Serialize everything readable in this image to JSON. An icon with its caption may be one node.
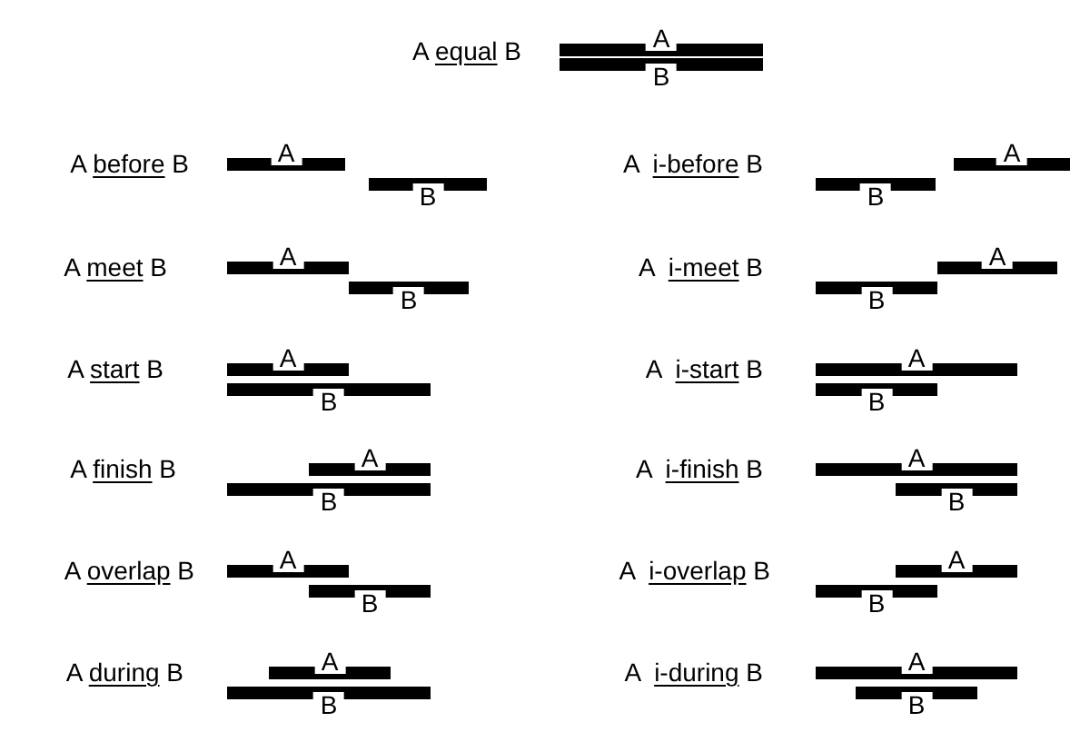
{
  "diagram": {
    "nodes": [
      {
        "text": [
          "A"
        ]
      },
      {
        "text": [
          "B"
        ]
      },
      {
        "text": [
          "A"
        ]
      },
      {
        "text": [
          "B"
        ]
      },
      {
        "text": [
          "B"
        ]
      },
      {
        "text": [
          "A"
        ]
      },
      {
        "text": [
          "A"
        ]
      },
      {
        "text": [
          "B"
        ]
      },
      {
        "text": [
          "B"
        ]
      },
      {
        "text": [
          "A"
        ]
      },
      {
        "text": [
          "A"
        ]
      },
      {
        "text": [
          "B"
        ]
      },
      {
        "text": [
          "A"
        ]
      },
      {
        "text": [
          "B"
        ]
      },
      {
        "text": [
          "A"
        ]
      },
      {
        "text": [
          "B"
        ]
      },
      {
        "text": [
          "A"
        ]
      },
      {
        "text": [
          "B"
        ]
      },
      {
        "text": [
          "A"
        ]
      },
      {
        "text": [
          "B"
        ]
      },
      {
        "text": [
          "A"
        ]
      },
      {
        "text": [
          "B"
        ]
      },
      {
        "text": [
          "A"
        ]
      },
      {
        "text": [
          "B"
        ]
      },
      {
        "text": [
          "A"
        ]
      },
      {
        "text": [
          "B"
        ]
      }
    ],
    "labels": [
      "A equal B",
      "A before B",
      "A  i-before B",
      "A meet B",
      "A  i-meet B",
      "A start B",
      "A  i-start B",
      "A finish B",
      "A  i-finish B",
      "A overlap B",
      "A  i-overlap B",
      "A during B",
      "A  i-during B"
    ]
  }
}
